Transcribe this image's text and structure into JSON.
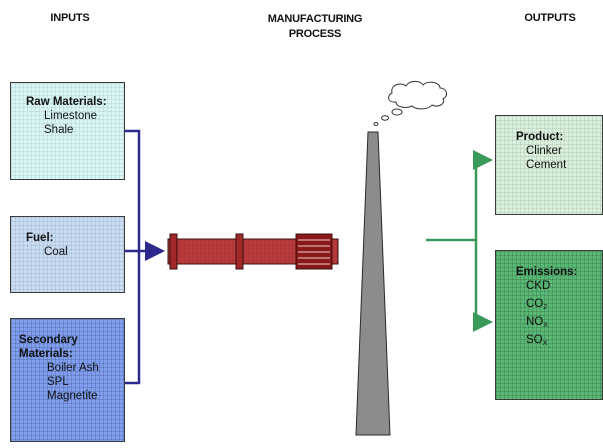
{
  "headers": {
    "inputs": "INPUTS",
    "process_line1": "MANUFACTURING",
    "process_line2": "PROCESS",
    "outputs": "OUTPUTS"
  },
  "inputs": {
    "raw_materials": {
      "title": "Raw Materials:",
      "items": [
        "Limestone",
        "Shale"
      ]
    },
    "fuel": {
      "title": "Fuel:",
      "items": [
        "Coal"
      ]
    },
    "secondary": {
      "title_line1": "Secondary",
      "title_line2": "Materials:",
      "items": [
        "Boiler Ash",
        "SPL",
        "Magnetite"
      ]
    }
  },
  "outputs": {
    "product": {
      "title": "Product:",
      "items": [
        "Clinker",
        "Cement"
      ]
    },
    "emissions": {
      "title": "Emissions:",
      "items": [
        {
          "base": "CKD",
          "sub": ""
        },
        {
          "base": "CO",
          "sub": "2"
        },
        {
          "base": "NO",
          "sub": "X"
        },
        {
          "base": "SO",
          "sub": "X"
        }
      ]
    }
  },
  "colors": {
    "raw_box": "#d8f6f6",
    "fuel_box": "#c8dcf4",
    "secondary_box": "#7f9ef0",
    "product_box": "#d8f0dc",
    "emissions_box": "#58b874",
    "input_arrow": "#2a2a8c",
    "output_arrow": "#3a9a5a",
    "kiln": "#b83a3a",
    "stack": "#8c8c8c"
  },
  "icons": [
    "kiln-icon",
    "smokestack-icon",
    "smoke-cloud-icon"
  ]
}
